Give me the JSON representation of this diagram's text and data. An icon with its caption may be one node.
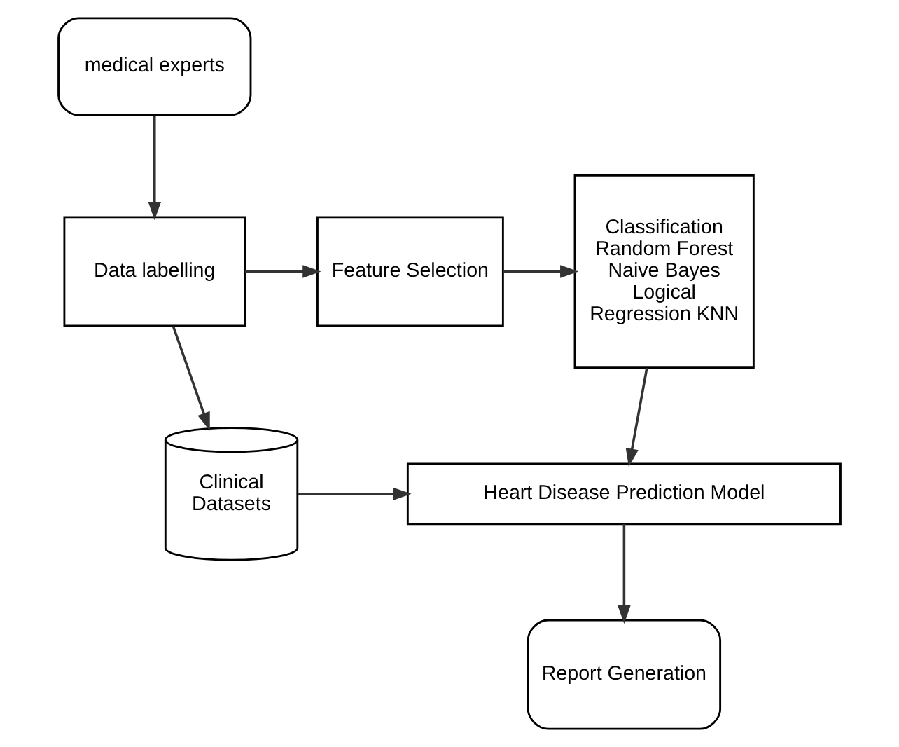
{
  "diagram": {
    "nodes": [
      {
        "text": [
          "medical experts"
        ]
      },
      {
        "text": [
          "Data labelling"
        ]
      },
      {
        "text": [
          "Feature Selection"
        ]
      },
      {
        "text": [
          "Classification Random Forest Naive Bayes Logical Regression KNN"
        ]
      },
      {
        "text": [
          "Clinical Datasets"
        ]
      },
      {
        "text": [
          "Heart Disease Prediction Model"
        ]
      },
      {
        "text": [
          "Report Generation"
        ]
      }
    ],
    "edges": [
      {
        "from": 0,
        "to": 1,
        "arrow": "to"
      },
      {
        "from": 1,
        "to": 2,
        "arrow": "to"
      },
      {
        "from": 2,
        "to": 3,
        "arrow": "to"
      },
      {
        "from": 1,
        "to": 4,
        "arrow": "to"
      },
      {
        "from": 3,
        "to": 5,
        "arrow": "to"
      },
      {
        "from": 4,
        "to": 5,
        "arrow": "to"
      },
      {
        "from": 5,
        "to": 6,
        "arrow": "to"
      }
    ]
  }
}
